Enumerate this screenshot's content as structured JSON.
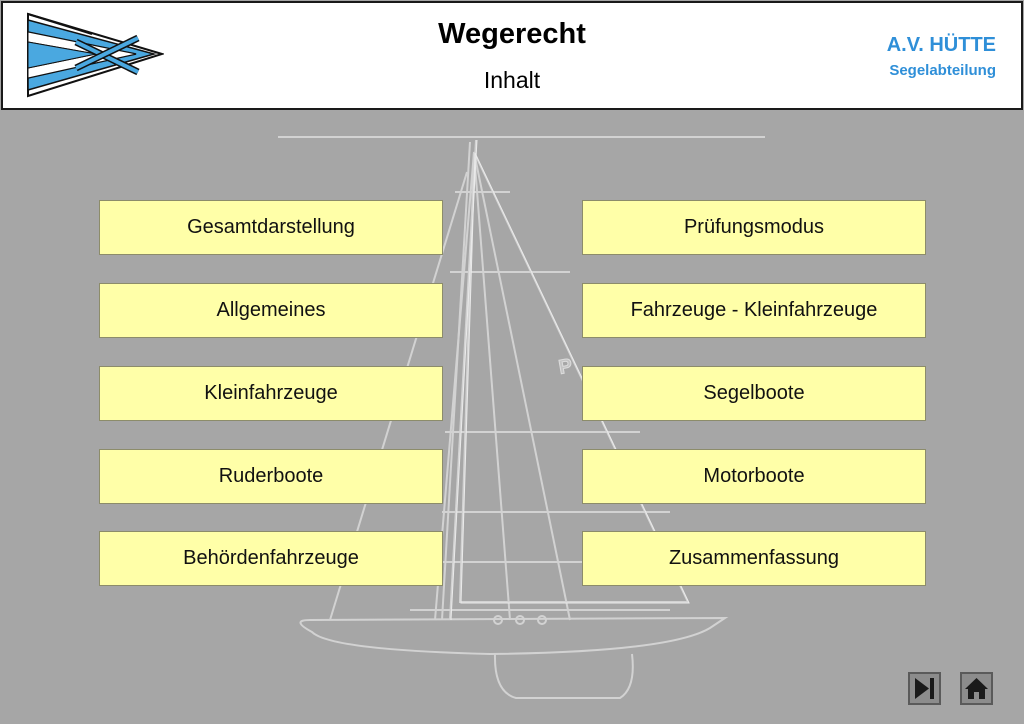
{
  "header": {
    "title": "Wegerecht",
    "subtitle": "Inhalt",
    "org_name": "A.V. HÜTTE",
    "org_sub": "Segelabteilung"
  },
  "menu": {
    "left": [
      "Gesamtdarstellung",
      "Allgemeines",
      "Kleinfahrzeuge",
      "Ruderboote",
      "Behördenfahrzeuge"
    ],
    "right": [
      "Prüfungsmodus",
      "Fahrzeuge - Kleinfahrzeuge",
      "Segelboote",
      "Motorboote",
      "Zusammenfassung"
    ]
  },
  "boat": {
    "sail_letter": "P"
  },
  "nav": {
    "next_icon": "skip-next-icon",
    "home_icon": "home-icon"
  },
  "colors": {
    "background": "#a6a6a6",
    "button_fill": "#ffffa8",
    "accent_blue": "#2f8fd8",
    "logo_blue": "#4aa8e0"
  }
}
